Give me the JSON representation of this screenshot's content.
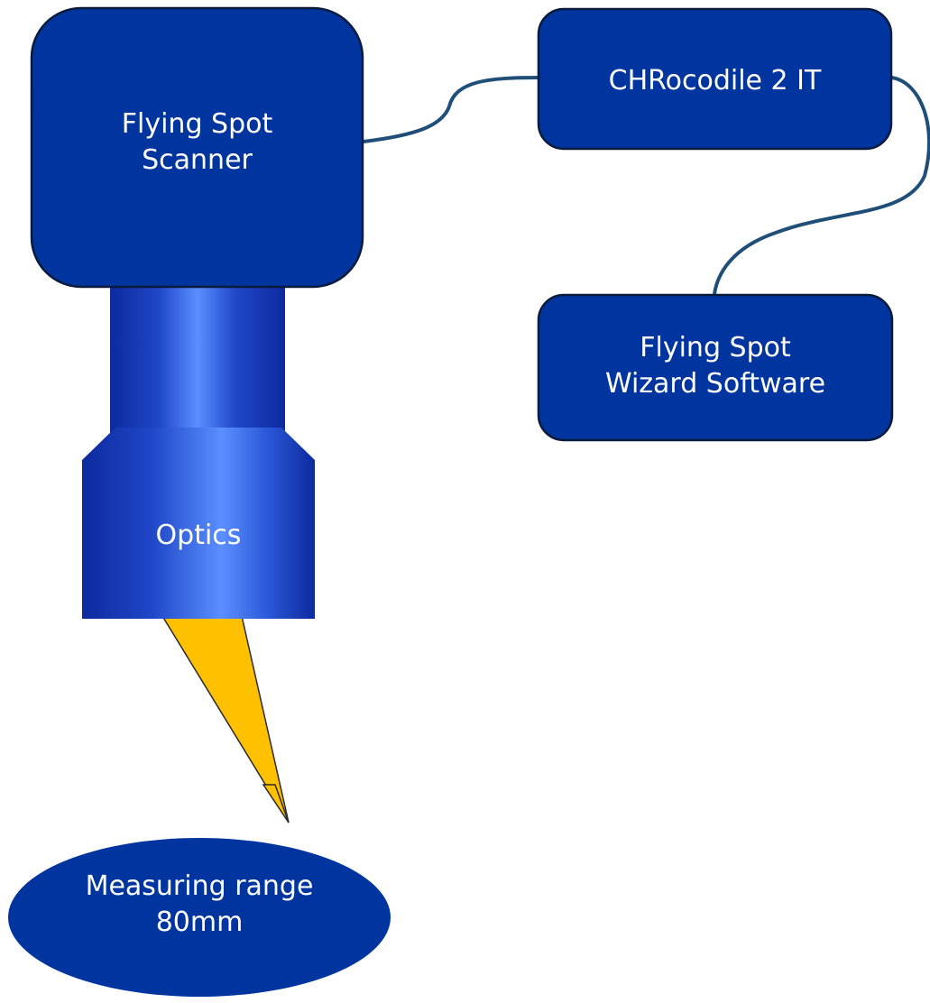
{
  "diagram": {
    "scanner": {
      "line1": "Flying Spot",
      "line2": "Scanner"
    },
    "controller": {
      "label": "CHRocodile 2 IT"
    },
    "software": {
      "line1": "Flying Spot",
      "line2": "Wizard Software"
    },
    "optics": {
      "label": "Optics"
    },
    "measuring_range": {
      "line1": "Measuring range",
      "line2": "80mm"
    }
  },
  "colors": {
    "box_fill": "#0035A0",
    "box_stroke": "#0a1a3a",
    "cable": "#1F4E79",
    "optics_highlight": "#5A8FFF",
    "beam": "#FFC000",
    "label_text": "#FFFFFF"
  }
}
